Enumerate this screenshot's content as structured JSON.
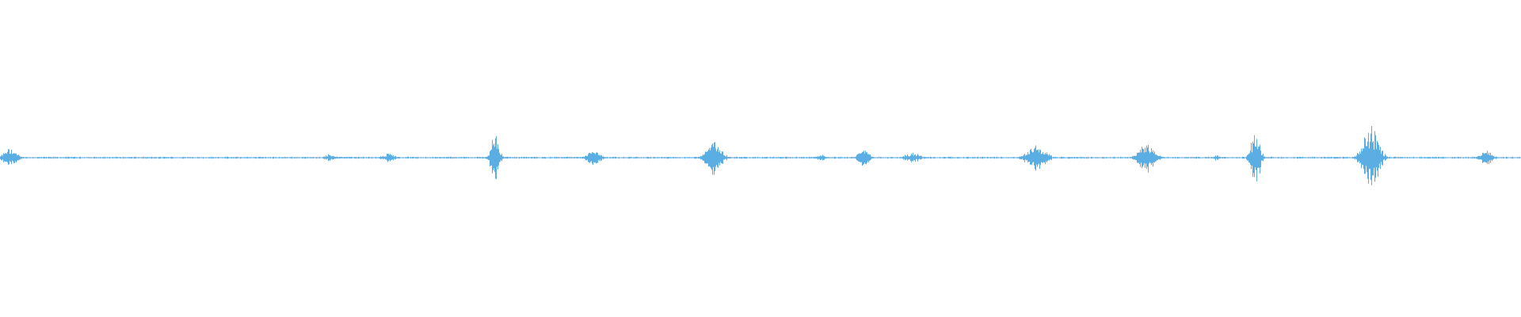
{
  "waveform": {
    "color": "#5aaee3",
    "background": "#ffffff",
    "duration_units": 1568,
    "bursts": [
      {
        "position": 10,
        "amplitude": 0.055,
        "width": 12
      },
      {
        "position": 340,
        "amplitude": 0.02,
        "width": 10
      },
      {
        "position": 400,
        "amplitude": 0.025,
        "width": 12
      },
      {
        "position": 510,
        "amplitude": 0.13,
        "width": 8
      },
      {
        "position": 612,
        "amplitude": 0.04,
        "width": 12
      },
      {
        "position": 736,
        "amplitude": 0.1,
        "width": 14
      },
      {
        "position": 846,
        "amplitude": 0.02,
        "width": 8
      },
      {
        "position": 890,
        "amplitude": 0.05,
        "width": 10
      },
      {
        "position": 940,
        "amplitude": 0.03,
        "width": 14
      },
      {
        "position": 1068,
        "amplitude": 0.085,
        "width": 16
      },
      {
        "position": 1182,
        "amplitude": 0.09,
        "width": 14
      },
      {
        "position": 1254,
        "amplitude": 0.02,
        "width": 4
      },
      {
        "position": 1294,
        "amplitude": 0.16,
        "width": 8
      },
      {
        "position": 1413,
        "amplitude": 0.19,
        "width": 14
      },
      {
        "position": 1532,
        "amplitude": 0.05,
        "width": 10
      }
    ],
    "baseline_noise": 0.006
  }
}
